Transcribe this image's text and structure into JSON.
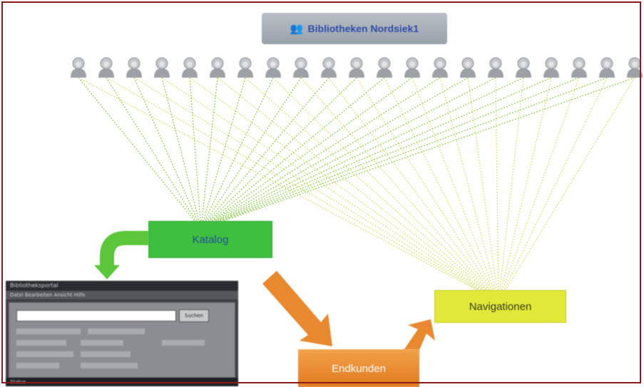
{
  "banner": {
    "label": "Bibliotheken Nordsiek1",
    "icon": "group-icon"
  },
  "source_nodes": {
    "count": 21,
    "icon": "person-icon"
  },
  "nodes": {
    "green": {
      "label": "Katalog"
    },
    "yellow": {
      "label": "Navigationen"
    },
    "orange": {
      "label": "Endkunden"
    }
  },
  "app_window": {
    "title": "Bibliotheksportal",
    "menu": "Datei  Bearbeiten  Ansicht  Hilfe",
    "search_button": "Suchen",
    "footer": "Status"
  },
  "colors": {
    "frame": "#8a1c1c",
    "banner": "#a8aeb7",
    "green_node": "#3fbf3f",
    "yellow_node": "#e2e83a",
    "orange_node": "#e8892f",
    "connector_green": "#9ed46a",
    "connector_yellow": "#dde48a",
    "arrow_green": "#5cc63a",
    "arrow_orange": "#e8892f"
  }
}
